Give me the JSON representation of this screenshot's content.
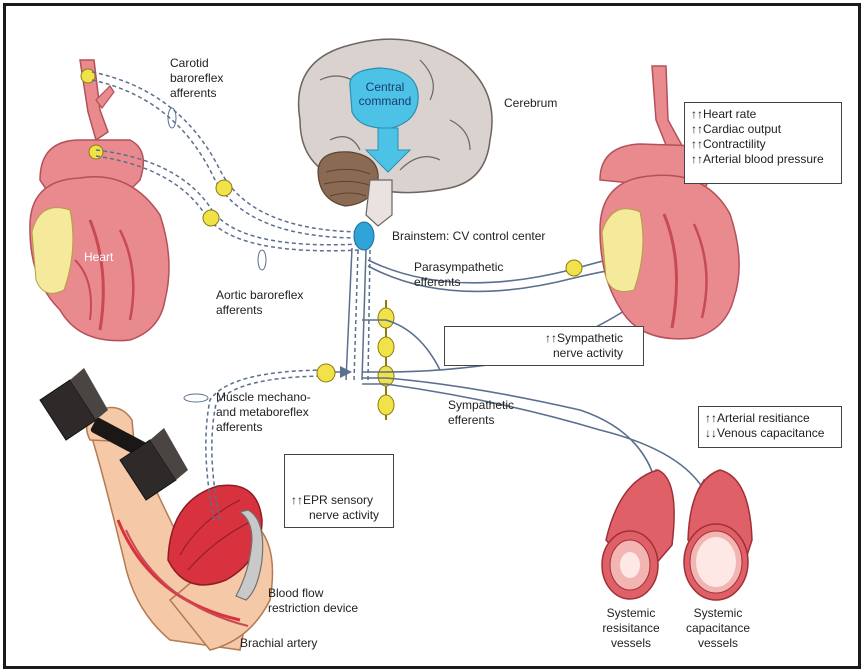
{
  "labels": {
    "carotid": [
      "Carotid",
      "baroreflex",
      "afferents"
    ],
    "central_command": [
      "Central",
      "command"
    ],
    "cerebrum": "Cerebrum",
    "heart": "Heart",
    "brainstem": "Brainstem: CV control center",
    "aortic": [
      "Aortic baroreflex",
      "afferents"
    ],
    "parasympathetic": [
      "Parasympathetic",
      "efferents"
    ],
    "muscle": [
      "Muscle mechano-",
      "and metaboreflex",
      "afferents"
    ],
    "sympathetic_efferents": [
      "Sympathetic",
      "efferents"
    ],
    "blood_flow": [
      "Blood flow",
      "restriction device"
    ],
    "brachial": "Brachial artery",
    "resistance_vessels": [
      "Systemic",
      "resisitance",
      "vessels"
    ],
    "capacitance_vessels": [
      "Systemic",
      "capacitance",
      "vessels"
    ]
  },
  "boxes": {
    "cardiac_effects": [
      "↑↑Heart rate",
      "↑↑Cardiac output",
      "↑↑Contractility",
      "↑↑Arterial blood pressure"
    ],
    "sympathetic_activity": [
      "↑↑Sympathetic",
      "nerve activity"
    ],
    "vascular_effects": [
      "↑↑Arterial resitiance",
      "↓↓Venous capacitance"
    ],
    "epr_activity": [
      "↑↑EPR sensory",
      "nerve activity"
    ]
  },
  "colors": {
    "heart": "#e88a8e",
    "heart_dark": "#c74a55",
    "fat": "#f5ea9c",
    "brain": "#d9d2cf",
    "cerebellum": "#8a6a52",
    "command": "#4cc3e6",
    "ganglion": "#f2e24a",
    "nerve": "#5b6f8f",
    "vessel": "#e06068",
    "skin": "#f5c9a8",
    "muscle": "#d9323f",
    "dumbbell": "#2e2a29",
    "spike": "#e0303a"
  }
}
